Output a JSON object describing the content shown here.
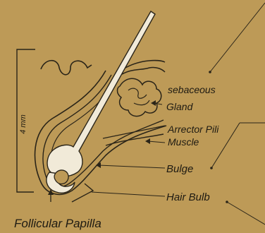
{
  "diagram": {
    "scale_label": "4 mm",
    "labels": {
      "sebaceous": "sebaceous",
      "gland": "Gland",
      "arrector_pili": "Arrector Pili",
      "muscle": "Muscle",
      "bulge": "Bulge",
      "hair_bulb": "Hair Bulb",
      "follicular_papilla": "Follicular Papilla"
    },
    "colors": {
      "background": "#bd9a57",
      "line": "#2a2418",
      "hair_shaft": "#f1ead8",
      "label": "#1e1a12"
    }
  }
}
